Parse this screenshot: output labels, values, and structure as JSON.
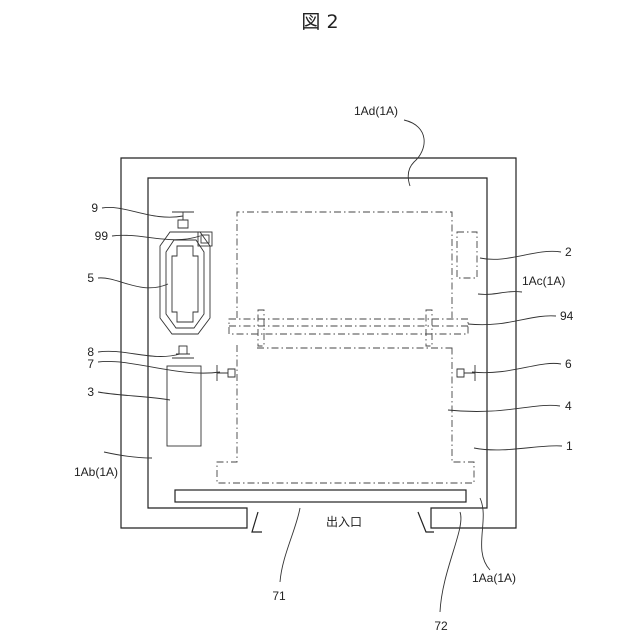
{
  "figure": {
    "title": "図 2",
    "entrance_label": "出入口"
  },
  "labels": {
    "l_1Ad": "1Ad(1A)",
    "l_9": "9",
    "l_99": "99",
    "l_5": "5",
    "l_8": "8",
    "l_7": "7",
    "l_3": "3",
    "l_1Ab": "1Ab(1A)",
    "l_2": "2",
    "l_1Ac": "1Ac(1A)",
    "l_94": "94",
    "l_6": "6",
    "l_4": "4",
    "l_1": "1",
    "l_71": "71",
    "l_72": "72",
    "l_1Aa": "1Aa(1A)"
  }
}
